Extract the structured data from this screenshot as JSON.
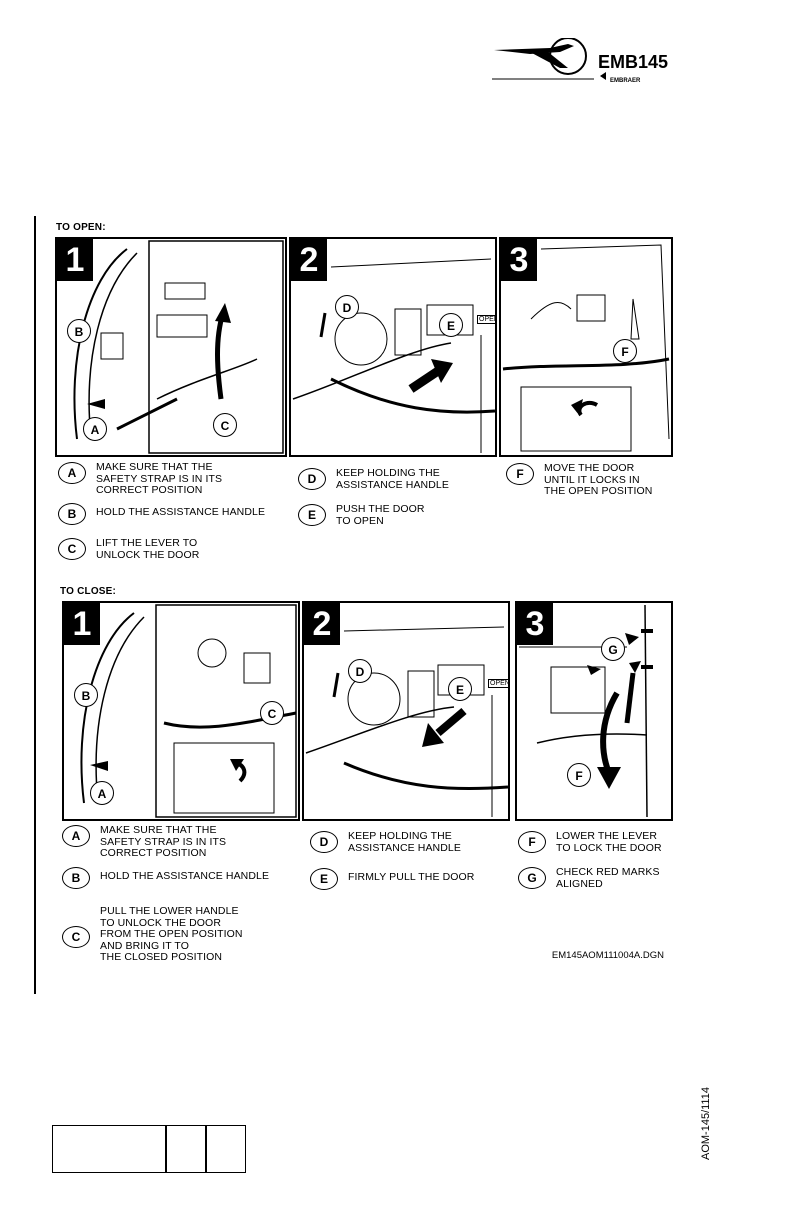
{
  "header": {
    "logo_text": "EMB145",
    "logo_subtext": "EMBRAER"
  },
  "open": {
    "title": "TO OPEN:",
    "steps": [
      "1",
      "2",
      "3"
    ],
    "callouts": {
      "a": "A",
      "b": "B",
      "c": "C",
      "d": "D",
      "e": "E",
      "f": "F"
    },
    "door_label": "OPEN",
    "legend": [
      {
        "key": "A",
        "text": "MAKE SURE THAT THE\nSAFETY STRAP IS IN ITS\nCORRECT POSITION"
      },
      {
        "key": "B",
        "text": "HOLD THE ASSISTANCE HANDLE"
      },
      {
        "key": "C",
        "text": "LIFT THE LEVER TO\nUNLOCK THE DOOR"
      },
      {
        "key": "D",
        "text": "KEEP HOLDING THE\nASSISTANCE HANDLE"
      },
      {
        "key": "E",
        "text": "PUSH THE DOOR\nTO OPEN"
      },
      {
        "key": "F",
        "text": "MOVE THE DOOR\nUNTIL IT LOCKS IN\nTHE OPEN POSITION"
      }
    ]
  },
  "close": {
    "title": "TO CLOSE:",
    "steps": [
      "1",
      "2",
      "3"
    ],
    "callouts": {
      "a": "A",
      "b": "B",
      "c": "C",
      "d": "D",
      "e": "E",
      "f": "F",
      "g": "G"
    },
    "door_label": "OPEN",
    "legend": [
      {
        "key": "A",
        "text": "MAKE SURE THAT THE\nSAFETY STRAP IS IN ITS\nCORRECT POSITION"
      },
      {
        "key": "B",
        "text": "HOLD THE ASSISTANCE HANDLE"
      },
      {
        "key": "C",
        "text": "PULL THE LOWER HANDLE\nTO UNLOCK THE DOOR\nFROM THE OPEN POSITION\nAND BRING IT TO\nTHE CLOSED POSITION"
      },
      {
        "key": "D",
        "text": "KEEP HOLDING THE\nASSISTANCE HANDLE"
      },
      {
        "key": "E",
        "text": "FIRMLY PULL THE DOOR"
      },
      {
        "key": "F",
        "text": "LOWER THE LEVER\nTO LOCK THE DOOR"
      },
      {
        "key": "G",
        "text": "CHECK RED MARKS\nALIGNED"
      }
    ]
  },
  "drawing_file": "EM145AOM111004A.DGN",
  "doc_id": "AOM-145/1114"
}
